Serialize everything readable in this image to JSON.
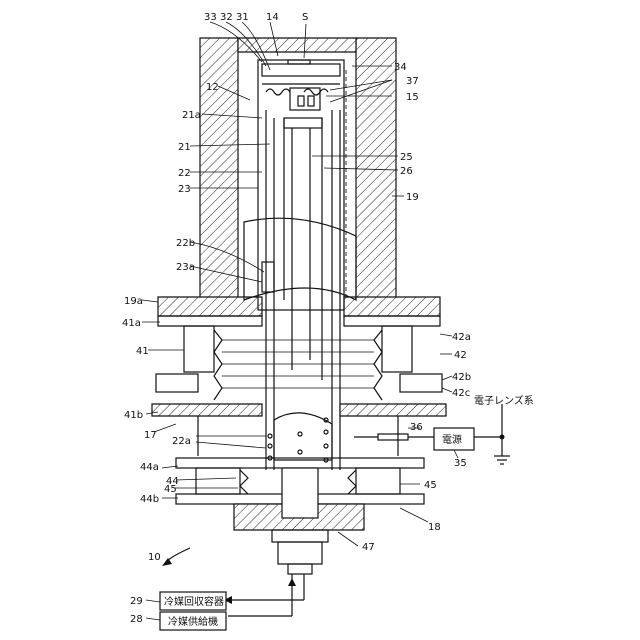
{
  "labels": {
    "n33": "33",
    "n32": "32",
    "n31": "31",
    "n14": "14",
    "nS": "S",
    "n34": "34",
    "n37": "37",
    "n15": "15",
    "n12": "12",
    "n21a": "21a",
    "n21": "21",
    "n25": "25",
    "n22": "22",
    "n26": "26",
    "n23": "23",
    "n19": "19",
    "n22b": "22b",
    "n23a": "23a",
    "n19a": "19a",
    "n41a": "41a",
    "n42a": "42a",
    "n41": "41",
    "n42": "42",
    "n42b": "42b",
    "n42c": "42c",
    "n41b": "41b",
    "n17": "17",
    "n36": "36",
    "n22a": "22a",
    "n35": "35",
    "n44a": "44a",
    "n44": "44",
    "n45l": "45",
    "n45r": "45",
    "n44b": "44b",
    "n18": "18",
    "n10": "10",
    "n47": "47",
    "n29": "29",
    "n28": "28"
  },
  "boxes": {
    "power": "電源",
    "recovery": "冷媒回収容器",
    "supply": "冷媒供給機"
  },
  "electron_lens": "電子レンズ系"
}
